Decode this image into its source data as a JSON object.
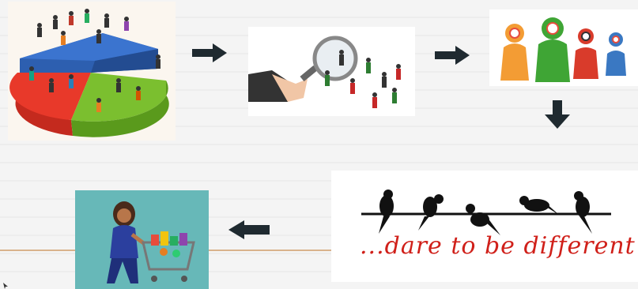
{
  "flow": {
    "step1": {
      "icon": "segmented-people-pie-chart"
    },
    "step2": {
      "icon": "magnifying-glass-over-people"
    },
    "step3": {
      "icon": "targeted-people-figures"
    },
    "step4": {
      "icon": "birds-on-wire",
      "caption": "...dare to be different"
    },
    "step5": {
      "icon": "woman-with-shopping-cart"
    }
  },
  "colors": {
    "arrow": "#1f2a30",
    "pie_blue": "#2d5fb0",
    "pie_red": "#e8392a",
    "pie_green": "#7bbf2f",
    "caption_red": "#d0201a",
    "teal_bg": "#67b8b8"
  }
}
